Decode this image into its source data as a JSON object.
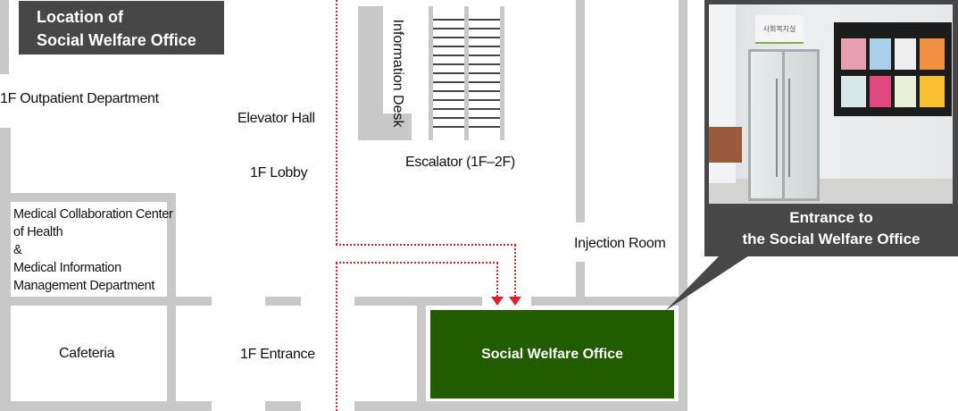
{
  "title": {
    "line1": "Location of",
    "line2": "Social Welfare Office"
  },
  "rooms": {
    "outpatient": "1F Outpatient Department",
    "elevator_hall": "Elevator Hall",
    "lobby": "1F Lobby",
    "information_desk": "Information Desk",
    "escalator": "Escalator (1F–2F)",
    "injection_room": "Injection Room",
    "medical_center": [
      "Medical Collaboration Center",
      "of Health",
      "&",
      "Medical Information",
      "Management Department"
    ],
    "cafeteria": "Cafeteria",
    "entrance": "1F Entrance",
    "social_welfare_office": "Social Welfare Office"
  },
  "photo_panel": {
    "caption_line1": "Entrance to",
    "caption_line2": "the Social Welfare Office",
    "door_sign": "사회복지실"
  },
  "colors": {
    "wall": "#c8c8c8",
    "highlight": "#225c00",
    "route": "#e0202a",
    "label_box": "#474747"
  }
}
